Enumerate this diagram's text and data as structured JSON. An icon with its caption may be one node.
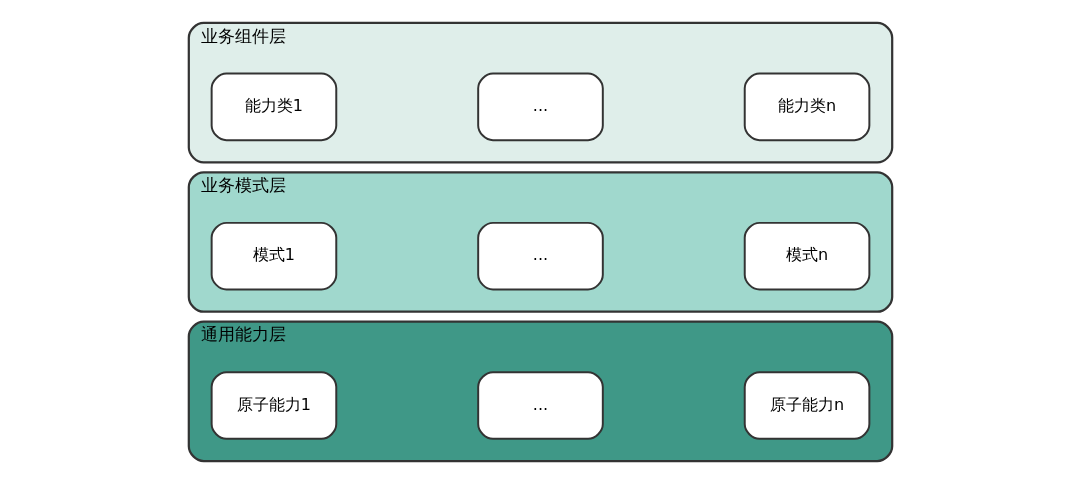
{
  "diagram": {
    "nodes": [
      {
        "text": [
          "业务组件层"
        ]
      },
      {
        "text": [
          "能力类1"
        ],
        "in": 0
      },
      {
        "text": [
          "..."
        ],
        "in": 0
      },
      {
        "text": [
          "能力类n"
        ],
        "in": 0
      },
      {
        "text": [
          "业务模式层"
        ]
      },
      {
        "text": [
          "模式1"
        ],
        "in": 4
      },
      {
        "text": [
          "..."
        ],
        "in": 4
      },
      {
        "text": [
          "模式n"
        ],
        "in": 4
      },
      {
        "text": [
          "通用能力层"
        ]
      },
      {
        "text": [
          "原子能力1"
        ],
        "in": 8
      },
      {
        "text": [
          "..."
        ],
        "in": 8
      },
      {
        "text": [
          "原子能力n"
        ],
        "in": 8
      }
    ],
    "edges": []
  }
}
